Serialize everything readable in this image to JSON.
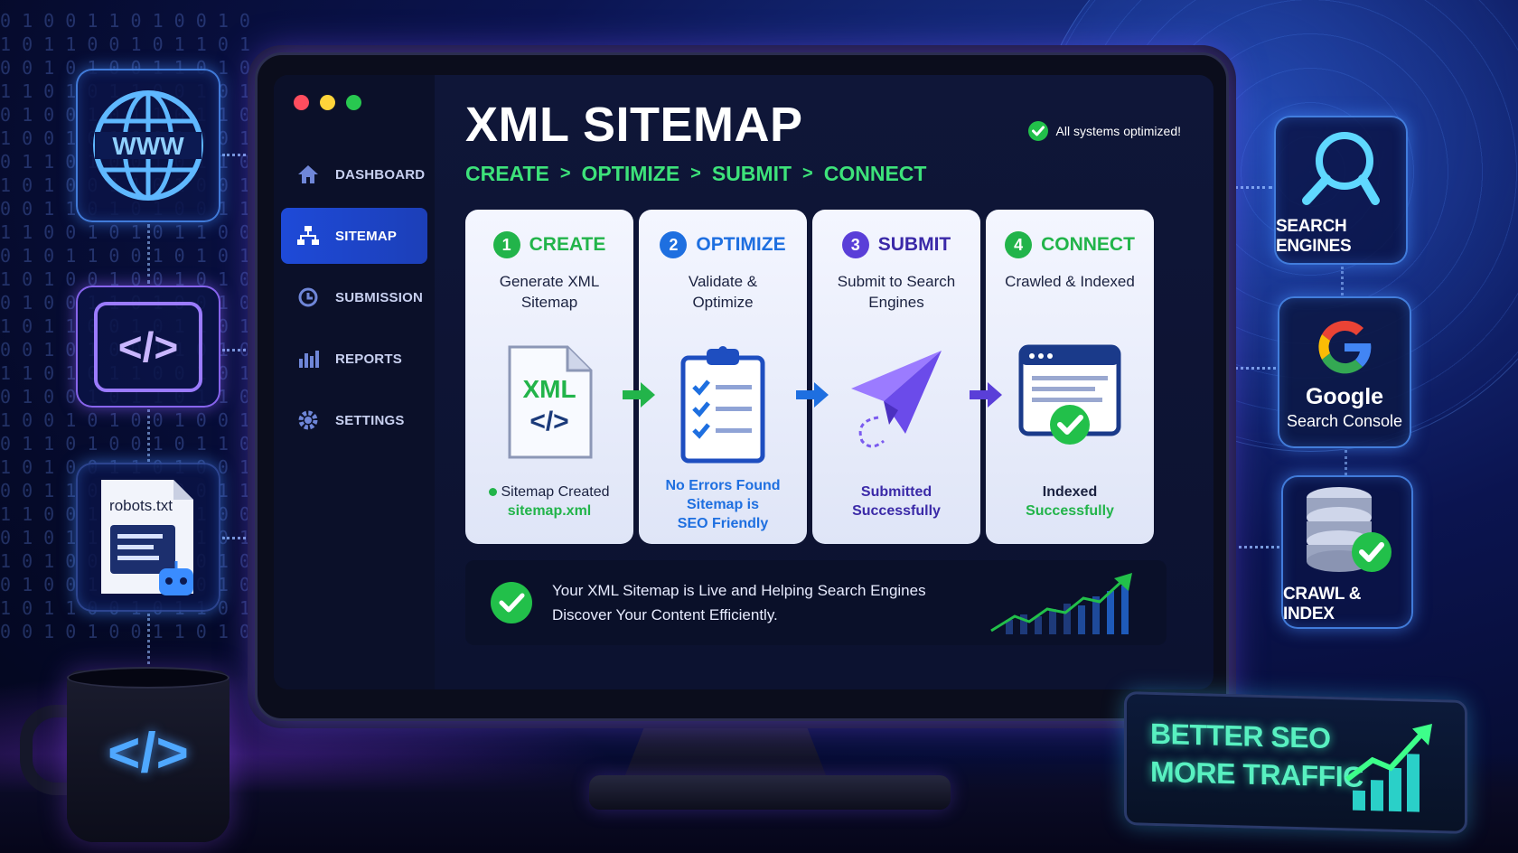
{
  "window": {
    "dot_colors": [
      "#ff4d5e",
      "#ffd43a",
      "#28c850"
    ]
  },
  "side_left": {
    "www_label": "WWW",
    "code_label": "</>",
    "robots_label": "robots.txt"
  },
  "side_right": {
    "search_label": "SEARCH ENGINES",
    "google_name": "Google",
    "google_sub": "Search Console",
    "crawl_label": "CRAWL & INDEX"
  },
  "sidebar": {
    "items": [
      {
        "label": "DASHBOARD",
        "icon": "home-icon",
        "active": false
      },
      {
        "label": "SITEMAP",
        "icon": "sitemap-icon",
        "active": true
      },
      {
        "label": "SUBMISSION",
        "icon": "submission-icon",
        "active": false
      },
      {
        "label": "REPORTS",
        "icon": "bar-chart-icon",
        "active": false
      },
      {
        "label": "SETTINGS",
        "icon": "gear-icon",
        "active": false
      }
    ]
  },
  "header": {
    "title": "XML SITEMAP",
    "status": "All systems optimized!",
    "breadcrumbs": [
      "CREATE",
      "OPTIMIZE",
      "SUBMIT",
      "CONNECT"
    ],
    "separator": ">"
  },
  "steps": [
    {
      "num": "1",
      "title": "CREATE",
      "desc": "Generate XML Sitemap",
      "foot_line1": "Sitemap Created",
      "foot_line2": "sitemap.xml",
      "icon_text": "XML",
      "icon_code": "</>",
      "color": "#22b44a"
    },
    {
      "num": "2",
      "title": "OPTIMIZE",
      "desc": "Validate & Optimize",
      "foot_line1": "No Errors Found",
      "foot_line2": "Sitemap is",
      "foot_line3": "SEO Friendly",
      "color": "#1e6fe0"
    },
    {
      "num": "3",
      "title": "SUBMIT",
      "desc": "Submit to Search Engines",
      "foot_line1": "Submitted",
      "foot_line2": "Successfully",
      "color": "#5a3fd8"
    },
    {
      "num": "4",
      "title": "CONNECT",
      "desc": "Crawled & Indexed",
      "foot_line1": "Indexed",
      "foot_line2": "Successfully",
      "color": "#22b44a"
    }
  ],
  "banner": {
    "line1": "Your XML Sitemap is Live and Helping Search Engines",
    "line2": "Discover Your Content Efficiently."
  },
  "mug_label": "</>",
  "seo_sign": {
    "line1": "BETTER SEO",
    "line2": "MORE TRAFFIC"
  }
}
